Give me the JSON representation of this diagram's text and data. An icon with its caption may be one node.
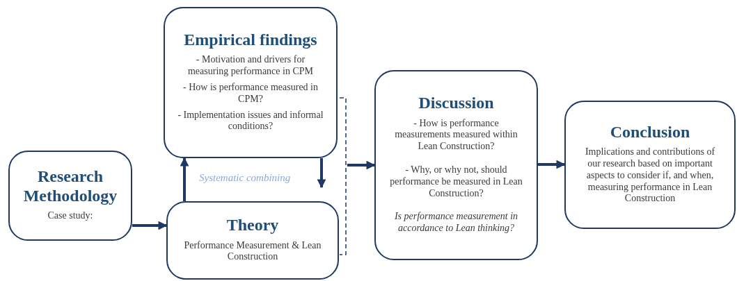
{
  "diagram": {
    "nodes": [
      {
        "text": [
          "Research Methodology",
          "Case study:"
        ]
      },
      {
        "text": [
          "Empirical findings",
          "- Motivation and drivers for measuring performance in CPM",
          "- How is performance measured in CPM?",
          "- Implementation issues and informal conditions?"
        ]
      },
      {
        "text": [
          "Theory",
          "Performance Measurement & Lean Construction"
        ]
      },
      {
        "text": [
          "Discussion",
          "- How is performance measurements measured within Lean Construction?",
          "- Why, or why not, should performance be measured in Lean Construction?",
          "Is performance measurement in accordance to Lean thinking?"
        ]
      },
      {
        "text": [
          "Conclusion",
          "Implications and contributions of our research based on important aspects to consider if, and when, measuring performance in Lean Construction"
        ]
      },
      {
        "text": [],
        "shape": "bracket"
      }
    ],
    "edges": [
      {
        "from": 0,
        "to": 2,
        "arrow": "to"
      },
      {
        "from": 2,
        "to": 1,
        "arrow": "to"
      },
      {
        "from": 1,
        "to": 2,
        "arrow": "to"
      },
      {
        "from": 5,
        "to": 3,
        "arrow": "to"
      },
      {
        "from": 3,
        "to": 4,
        "arrow": "to"
      }
    ],
    "labels": [
      "Systematic combining"
    ]
  }
}
